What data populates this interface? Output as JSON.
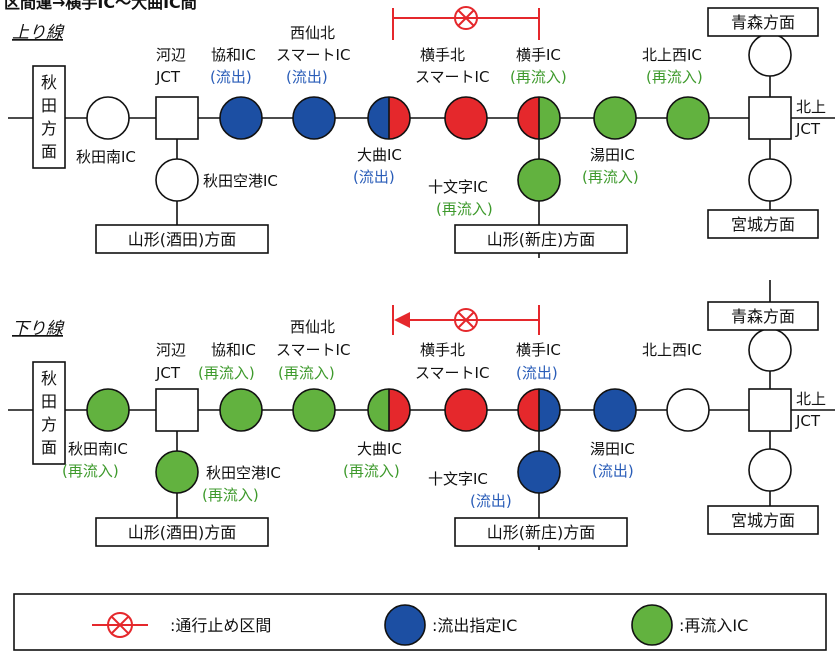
{
  "header_fragment": "区間運→横手IC～大曲IC間",
  "colors": {
    "red": "#e5282c",
    "blue": "#1c4fa3",
    "green": "#62b23f",
    "white": "#ffffff"
  },
  "up": {
    "title": "上り線",
    "left_box": [
      "秋",
      "田",
      "方",
      "面"
    ],
    "right_top_box": "青森方面",
    "right_bottom_box": "宮城方面",
    "bottom_left_box": "山形(酒田)方面",
    "bottom_mid_box": "山形(新庄)方面",
    "labels": {
      "akita_minami": "秋田南IC",
      "kawabe1": "河辺",
      "kawabe2": "JCT",
      "akita_kuko": "秋田空港IC",
      "kyowa": "協和IC",
      "kyowa_s": "(流出)",
      "nishisen1": "西仙北",
      "nishisen2": "スマートIC",
      "nishisen_s": "(流出)",
      "omagari": "大曲IC",
      "omagari_s": "(流出)",
      "yokotekita1": "横手北",
      "yokotekita2": "スマートIC",
      "yokote": "横手IC",
      "yokote_s": "(再流入)",
      "jumonji": "十文字IC",
      "jumonji_s": "(再流入)",
      "yuda": "湯田IC",
      "yuda_s": "(再流入)",
      "kitakaminishi": "北上西IC",
      "kitakaminishi_s": "(再流入)",
      "kitakami1": "北上",
      "kitakami2": "JCT"
    }
  },
  "down": {
    "title": "下り線",
    "left_box": [
      "秋",
      "田",
      "方",
      "面"
    ],
    "right_top_box": "青森方面",
    "right_bottom_box": "宮城方面",
    "bottom_left_box": "山形(酒田)方面",
    "bottom_mid_box": "山形(新庄)方面",
    "labels": {
      "akita_minami": "秋田南IC",
      "akita_minami_s": "(再流入)",
      "kawabe1": "河辺",
      "kawabe2": "JCT",
      "akita_kuko": "秋田空港IC",
      "akita_kuko_s": "(再流入)",
      "kyowa": "協和IC",
      "kyowa_s": "(再流入)",
      "nishisen1": "西仙北",
      "nishisen2": "スマートIC",
      "nishisen_s": "(再流入)",
      "omagari": "大曲IC",
      "omagari_s": "(再流入)",
      "yokotekita1": "横手北",
      "yokotekita2": "スマートIC",
      "yokote": "横手IC",
      "yokote_s": "(流出)",
      "jumonji": "十文字IC",
      "jumonji_s": "(流出)",
      "yuda": "湯田IC",
      "yuda_s": "(流出)",
      "kitakaminishi": "北上西IC",
      "kitakami1": "北上",
      "kitakami2": "JCT"
    }
  },
  "legend": {
    "closure": ":通行止め区間",
    "exit": ":流出指定IC",
    "reentry": ":再流入IC"
  }
}
